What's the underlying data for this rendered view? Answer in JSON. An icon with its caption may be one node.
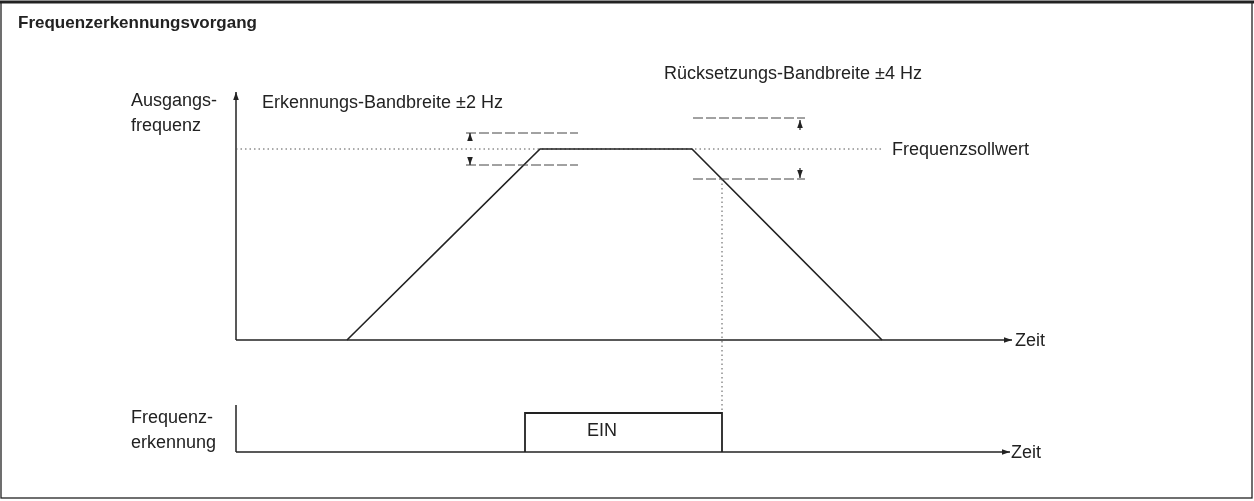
{
  "diagram": {
    "title": "Frequenzerkennungsvorgang",
    "labels": [
      "Ausgangs- frequenz",
      "Erkennungs-Bandbreite ±2 Hz",
      "Rücksetzungs-Bandbreite ±4 Hz",
      "Frequenzsollwert",
      "Zeit",
      "Frequenz- erkennung",
      "EIN",
      "Zeit"
    ]
  }
}
